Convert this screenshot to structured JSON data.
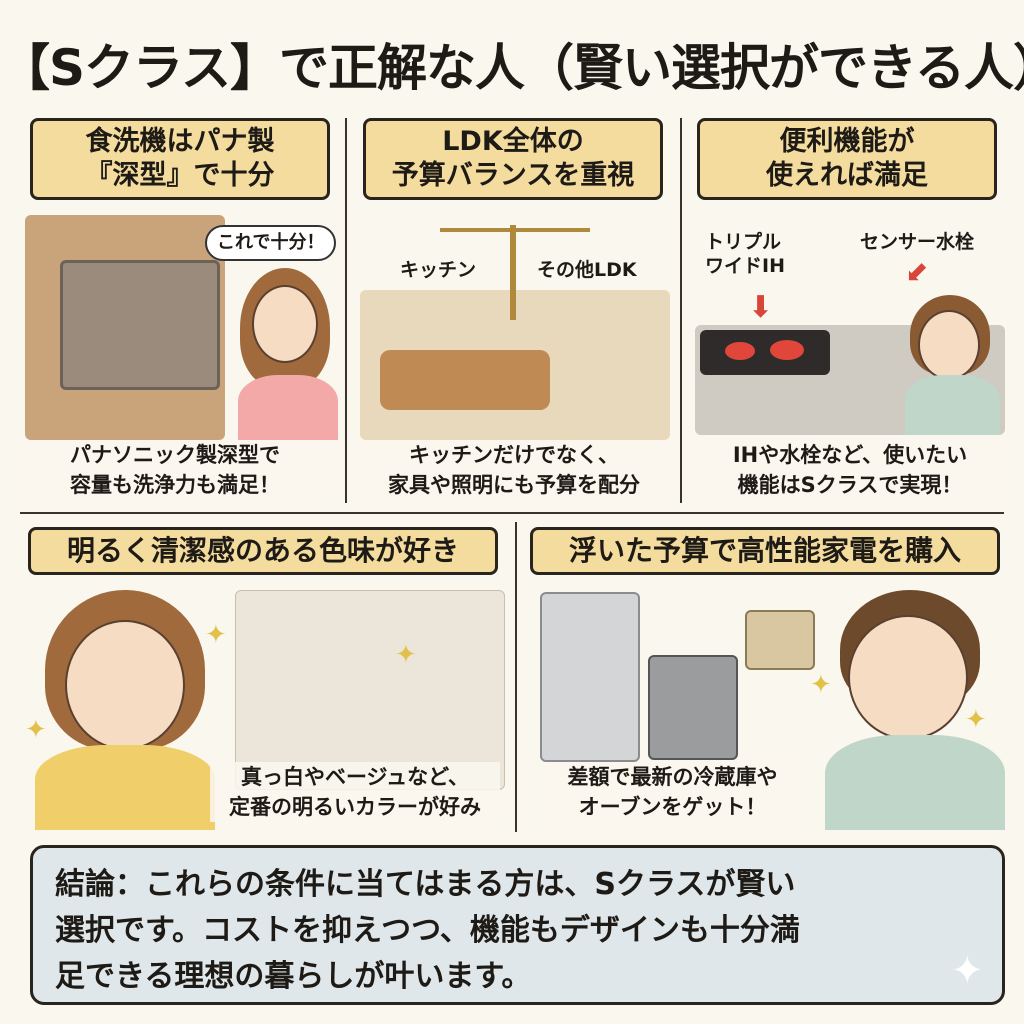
{
  "title": "【Sクラス】で正解な人（賢い選択ができる人）",
  "panels": [
    {
      "label_line1": "食洗機はパナ製",
      "label_line2": "『深型』で十分",
      "bubble": "これで十分！",
      "caption_line1": "パナソニック製深型で",
      "caption_line2": "容量も洗浄力も満足！"
    },
    {
      "label_line1": "LDK全体の",
      "label_line2": "予算バランスを重視",
      "scale_left": "キッチン",
      "scale_right": "その他LDK",
      "caption_line1": "キッチンだけでなく、",
      "caption_line2": "家具や照明にも予算を配分"
    },
    {
      "label_line1": "便利機能が",
      "label_line2": "使えれば満足",
      "callout_ih_line1": "トリプル",
      "callout_ih_line2": "ワイドIH",
      "callout_faucet": "センサー水栓",
      "caption_line1": "IHや水栓など、使いたい",
      "caption_line2": "機能はSクラスで実現！"
    },
    {
      "label": "明るく清潔感のある色味が好き",
      "caption_line1": "真っ白やベージュなど、",
      "caption_line2": "定番の明るいカラーが好み"
    },
    {
      "label": "浮いた予算で高性能家電を購入",
      "caption_line1": "差額で最新の冷蔵庫や",
      "caption_line2": "オーブンをゲット！"
    }
  ],
  "conclusion": {
    "line1": "結論：これらの条件に当てはまる方は、Sクラスが賢い",
    "line2": "選択です。コストを抑えつつ、機能もデザインも十分満",
    "line3": "足できる理想の暮らしが叶います。"
  },
  "colors": {
    "background": "#faf7ee",
    "label_bg": "#f3dc9e",
    "conclusion_bg": "#dfe7ea"
  }
}
